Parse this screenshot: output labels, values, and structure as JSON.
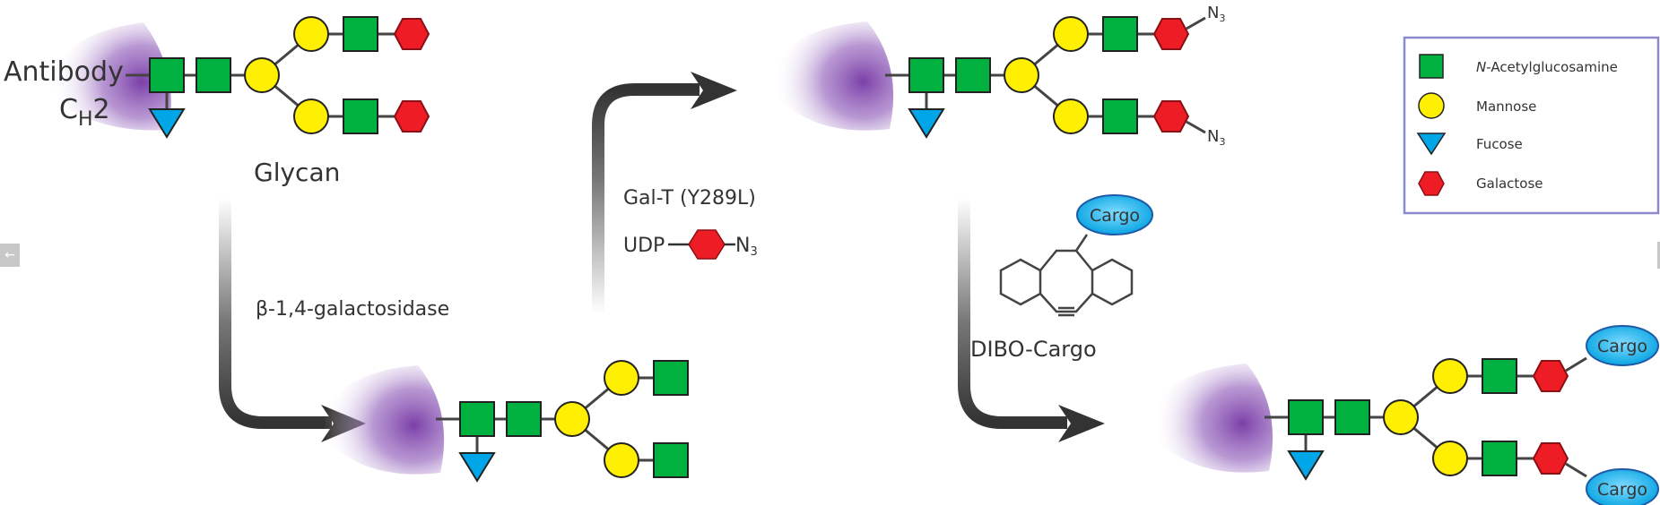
{
  "colors": {
    "glcnac": "#00b140",
    "mannose": "#ffef00",
    "fucose": "#00a6e8",
    "galactose": "#ee1c25",
    "cargo": "#00b0f0",
    "antibody": "#7b3fa8",
    "arrow": "#333333",
    "legend_border": "#8a8ad0",
    "stroke": "#222222"
  },
  "labels": {
    "antibody": "Antibody",
    "ch2_c": "C",
    "ch2_h": "H",
    "ch2_2": "2",
    "glycan": "Glycan",
    "step1_enzyme": "β-1,4-galactosidase",
    "step2_enzyme": "Gal-T (Y289L)",
    "step2_udp": "UDP",
    "step2_n3": "N",
    "step2_n3_sub": "3",
    "azide_top": "N",
    "azide_top_sub": "3",
    "azide_bottom": "N",
    "azide_bottom_sub": "3",
    "dibo_label": "DIBO-Cargo",
    "dibo_cargo": "Cargo",
    "product_cargo_top": "Cargo",
    "product_cargo_bottom": "Cargo"
  },
  "legend": {
    "items": [
      {
        "shape": "square",
        "label": "N-Acetylglucosamine",
        "italic_prefix": "N"
      },
      {
        "shape": "circle",
        "label": "Mannose"
      },
      {
        "shape": "triangle",
        "label": "Fucose"
      },
      {
        "shape": "hexagon",
        "label": "Galactose"
      }
    ]
  },
  "nav": {
    "prev_icon": "←",
    "next_icon": ""
  }
}
